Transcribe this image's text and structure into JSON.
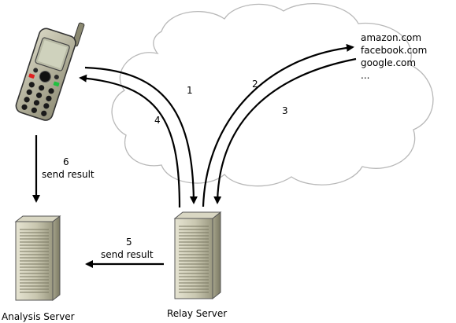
{
  "websites": [
    "amazon.com",
    "facebook.com",
    "google.com",
    "..."
  ],
  "labels": {
    "relay_server": "Relay Server",
    "analysis_server": "Analysis Server"
  },
  "steps": {
    "s1": "1",
    "s2": "2",
    "s3": "3",
    "s4": "4",
    "s5": "5",
    "s5_text": "send result",
    "s6": "6",
    "s6_text": "send result"
  },
  "icons": {
    "phone": "mobile-phone-icon",
    "relay": "server-tower-icon",
    "analysis": "server-tower-icon",
    "cloud": "internet-cloud-icon"
  },
  "colors": {
    "cloud_stroke": "#b8b8b8",
    "server_body": "#c8c6b0",
    "server_dark": "#8a8870",
    "phone_body": "#b7b59f",
    "arrow": "#000000"
  }
}
